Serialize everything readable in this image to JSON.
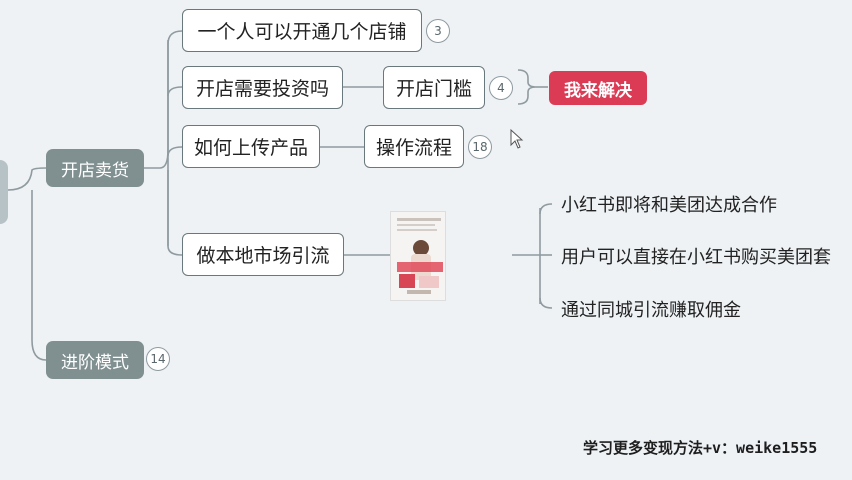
{
  "mindmap": {
    "branch_open_store": "开店卖货",
    "branch_advanced": "进阶模式",
    "branch_advanced_badge": "14",
    "topic_how_many_stores": "一个人可以开通几个店铺",
    "topic_how_many_stores_badge": "3",
    "topic_investment": "开店需要投资吗",
    "topic_threshold": "开店门槛",
    "topic_threshold_badge": "4",
    "topic_solution_tag": "我来解决",
    "topic_upload_products": "如何上传产品",
    "topic_operation_flow": "操作流程",
    "topic_operation_flow_badge": "18",
    "topic_local_traffic": "做本地市场引流",
    "leaf_1": "小红书即将和美团达成合作",
    "leaf_2": "用户可以直接在小红书购买美团套",
    "leaf_3": "通过同城引流赚取佣金"
  },
  "footer_text": "学习更多变现方法+v：weike1555",
  "colors": {
    "line": "#8f9ba0",
    "box_border": "#69787d",
    "pill_bg": "#809091",
    "tag_red": "#dc3b56",
    "background": "#eef2f5"
  }
}
